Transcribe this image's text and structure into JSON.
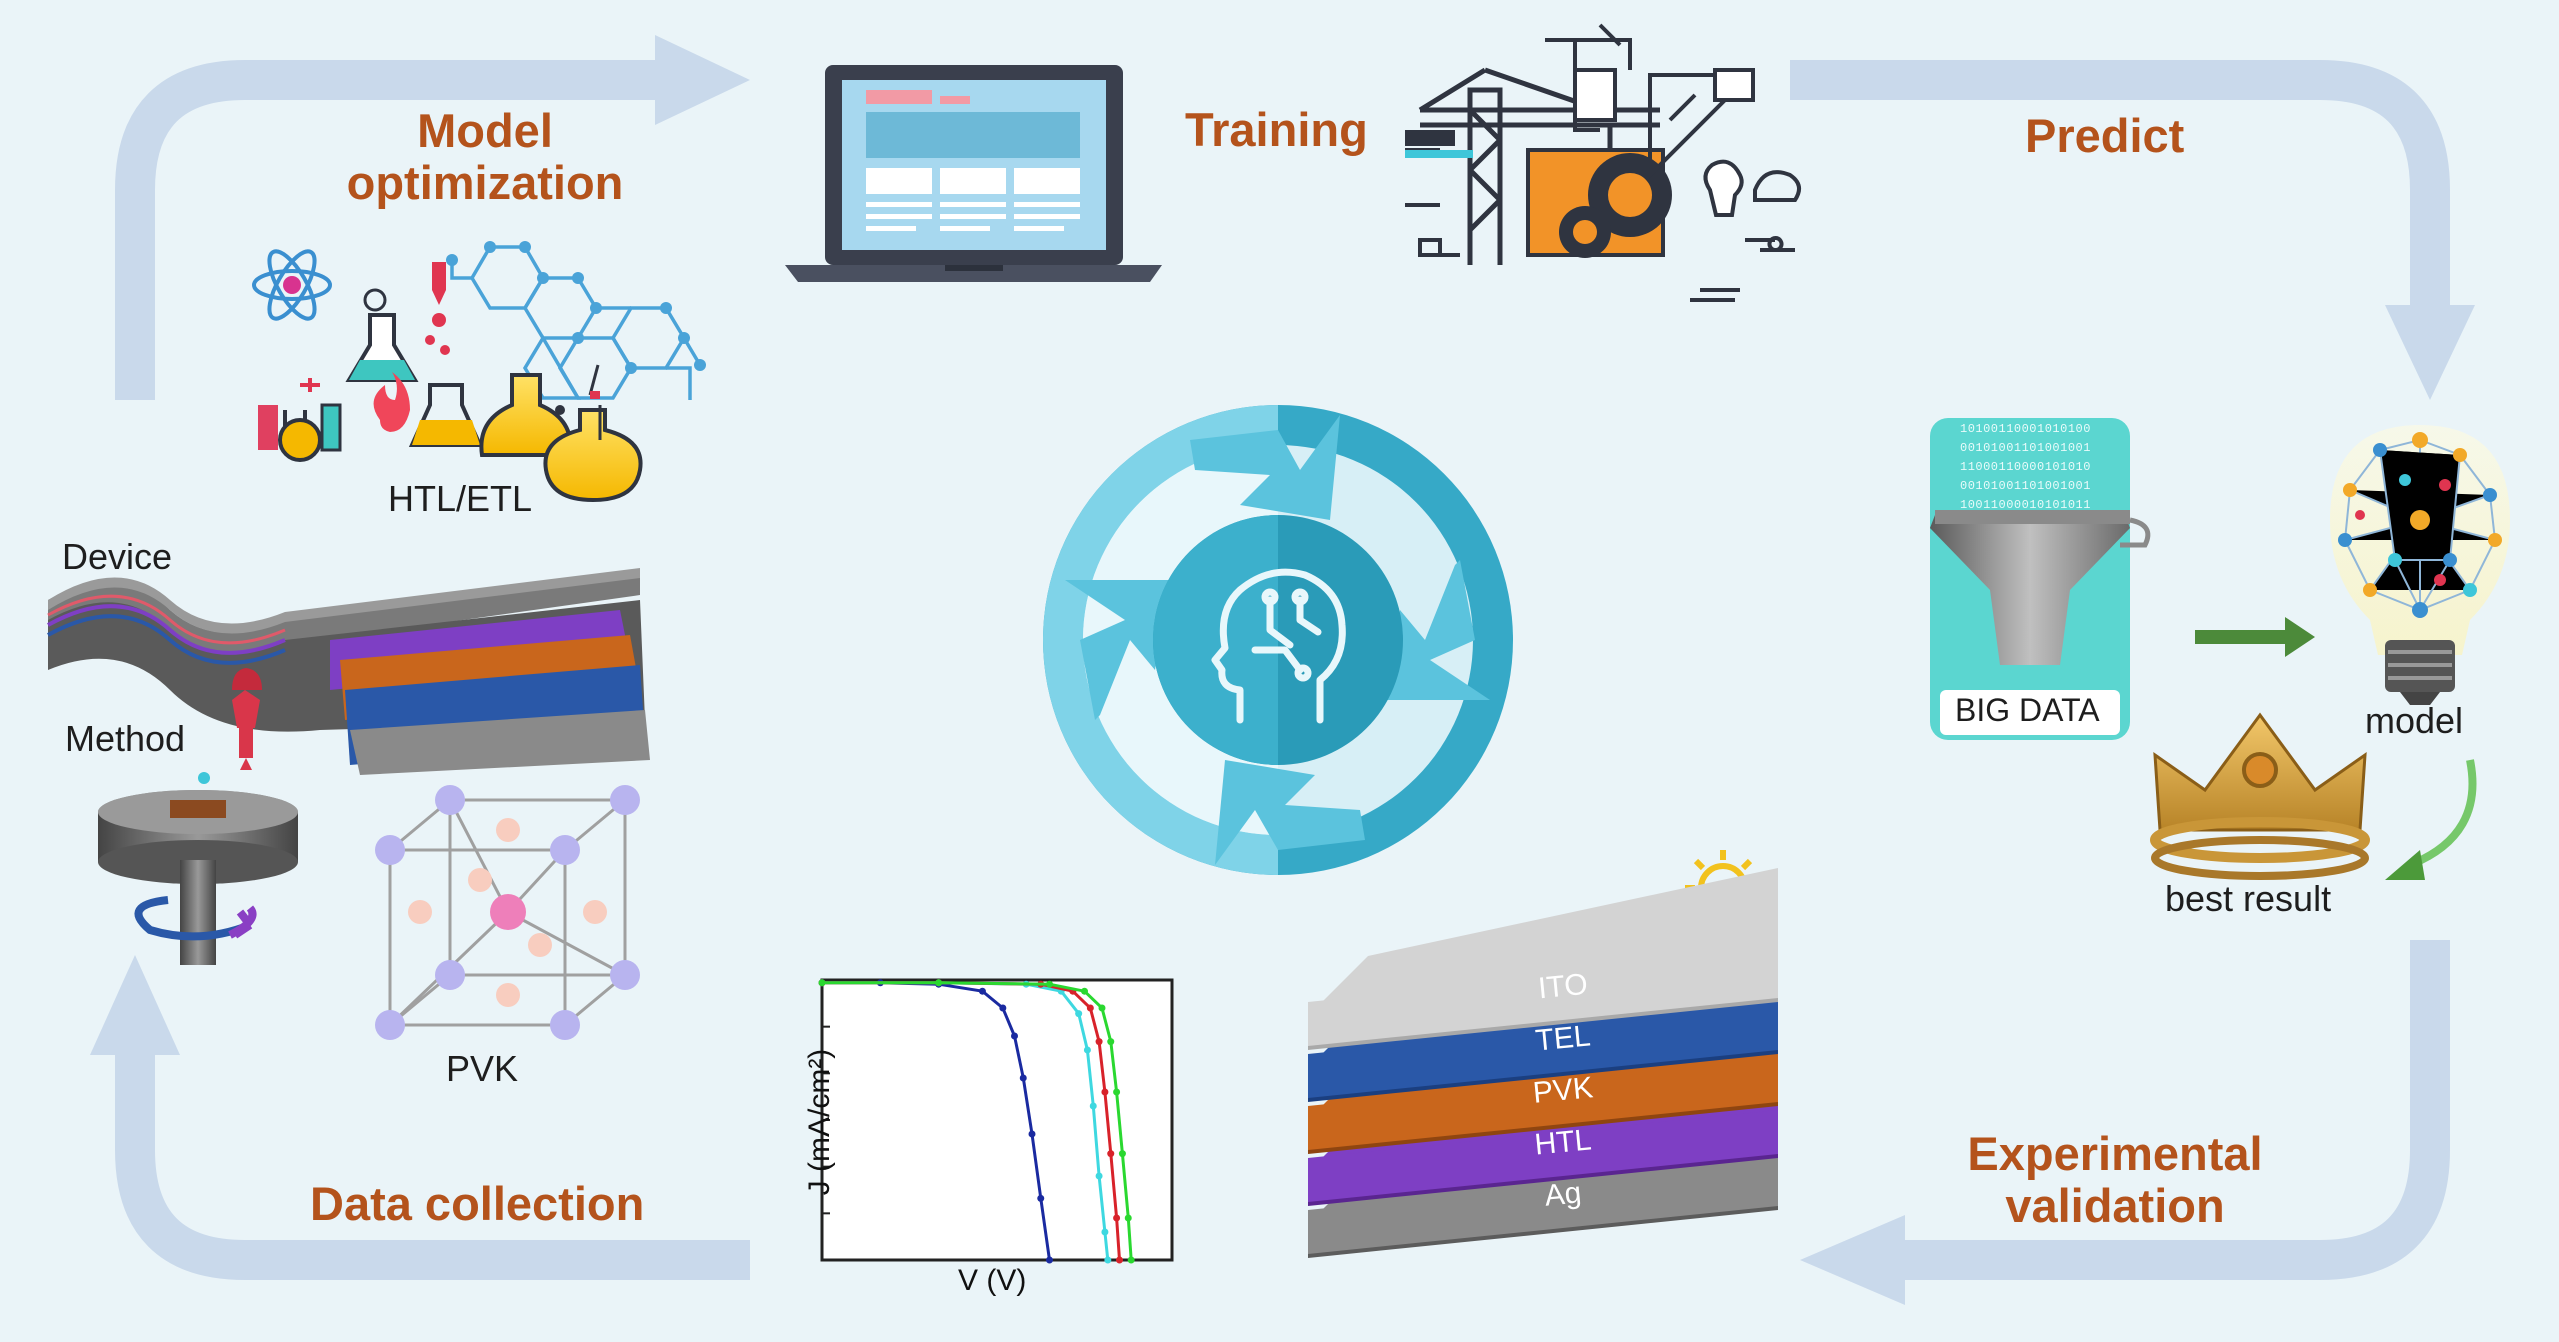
{
  "stages": {
    "model_optimization": "Model\noptimization",
    "training": "Training",
    "predict": "Predict",
    "experimental_validation": "Experimental\nvalidation",
    "data_collection": "Data collection"
  },
  "labels": {
    "htl_etl": "HTL/ETL",
    "device": "Device",
    "method": "Method",
    "pvk": "PVK",
    "big_data": "BIG DATA",
    "model": "model",
    "best_result": "best result",
    "binary_lines": [
      "10100110001010100",
      "00101001101001001",
      "11000110000101010",
      "00101001101001001",
      "10011000010101011"
    ]
  },
  "device_stack": {
    "layers": [
      {
        "name": "ITO",
        "color": "#d3d3d3",
        "side": "#a9a9a9"
      },
      {
        "name": "TEL",
        "color": "#2a58a8",
        "side": "#1b3f80"
      },
      {
        "name": "PVK",
        "color": "#c9661c",
        "side": "#8f4510"
      },
      {
        "name": "HTL",
        "color": "#7e3fc4",
        "side": "#5a2590"
      },
      {
        "name": "Ag",
        "color": "#8a8a8a",
        "side": "#5c5c5c"
      }
    ]
  },
  "colors": {
    "stage_label": "#b4531c",
    "cycle_arrow": "#c8d8ea",
    "hub_dark": "#2a9bb8",
    "hub_light": "#7fd3e8"
  },
  "chart_data": {
    "type": "line",
    "xlabel": "V (V)",
    "ylabel": "J (mA/cm²)",
    "xlim": [
      0,
      1.2
    ],
    "ylim": [
      0,
      1.0
    ],
    "series": [
      {
        "color": "#1a2aa0",
        "values": [
          [
            0,
            0.99
          ],
          [
            0.2,
            0.99
          ],
          [
            0.4,
            0.985
          ],
          [
            0.55,
            0.96
          ],
          [
            0.62,
            0.9
          ],
          [
            0.66,
            0.8
          ],
          [
            0.69,
            0.65
          ],
          [
            0.72,
            0.45
          ],
          [
            0.75,
            0.22
          ],
          [
            0.78,
            0
          ]
        ]
      },
      {
        "color": "#3ed8e0",
        "values": [
          [
            0,
            0.99
          ],
          [
            0.4,
            0.99
          ],
          [
            0.7,
            0.985
          ],
          [
            0.82,
            0.96
          ],
          [
            0.88,
            0.88
          ],
          [
            0.91,
            0.75
          ],
          [
            0.93,
            0.55
          ],
          [
            0.95,
            0.3
          ],
          [
            0.97,
            0.1
          ],
          [
            0.98,
            0
          ]
        ]
      },
      {
        "color": "#d8222a",
        "values": [
          [
            0,
            0.99
          ],
          [
            0.4,
            0.99
          ],
          [
            0.75,
            0.985
          ],
          [
            0.86,
            0.96
          ],
          [
            0.92,
            0.9
          ],
          [
            0.95,
            0.78
          ],
          [
            0.97,
            0.6
          ],
          [
            0.99,
            0.38
          ],
          [
            1.01,
            0.15
          ],
          [
            1.02,
            0
          ]
        ]
      },
      {
        "color": "#2ad830",
        "values": [
          [
            0,
            0.99
          ],
          [
            0.4,
            0.99
          ],
          [
            0.78,
            0.985
          ],
          [
            0.9,
            0.96
          ],
          [
            0.96,
            0.9
          ],
          [
            0.99,
            0.78
          ],
          [
            1.01,
            0.6
          ],
          [
            1.03,
            0.38
          ],
          [
            1.05,
            0.15
          ],
          [
            1.06,
            0
          ]
        ]
      }
    ]
  }
}
